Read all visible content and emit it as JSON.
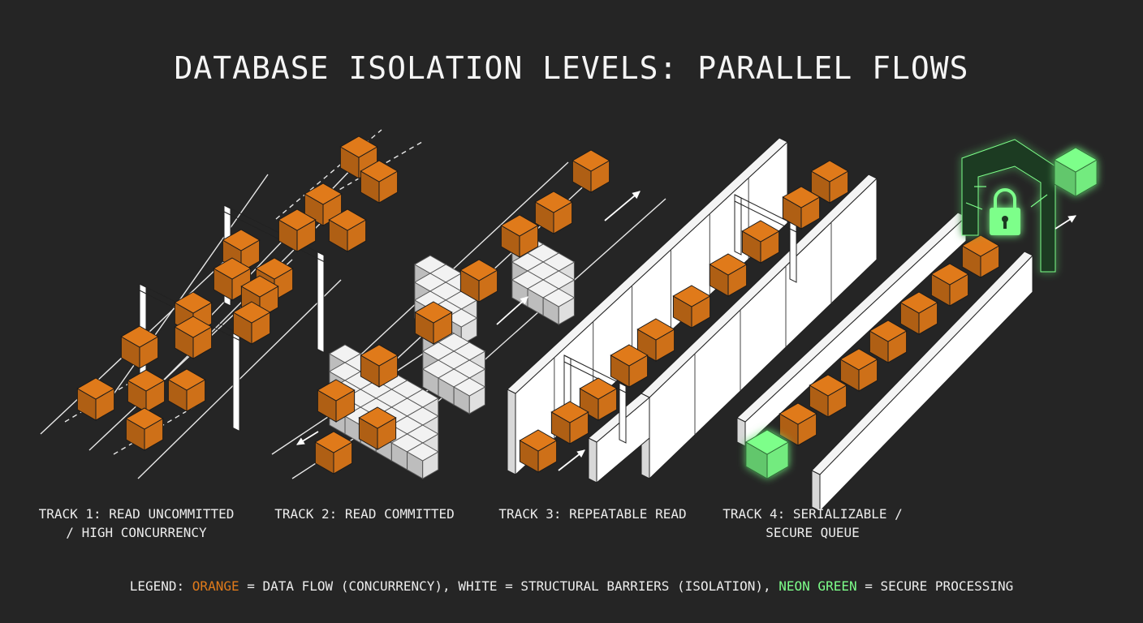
{
  "title": "DATABASE ISOLATION LEVELS: PARALLEL FLOWS",
  "colors": {
    "background": "#252525",
    "orange": "#e07a1a",
    "white": "#ffffff",
    "neon_green": "#7dff8a"
  },
  "tracks": [
    {
      "line1": "TRACK 1: READ UNCOMMITTED",
      "line2": "/ HIGH CONCURRENCY"
    },
    {
      "line1": "TRACK 2: READ COMMITTED",
      "line2": ""
    },
    {
      "line1": "TRACK 3: REPEATABLE READ",
      "line2": ""
    },
    {
      "line1": "TRACK 4: SERIALIZABLE /",
      "line2": "SECURE QUEUE"
    }
  ],
  "legend": {
    "prefix": "LEGEND: ",
    "orange_word": "ORANGE",
    "orange_desc": " = DATA FLOW (CONCURRENCY), ",
    "white_word": "WHITE",
    "white_desc": " = STRUCTURAL BARRIERS (ISOLATION), ",
    "green_word": "NEON GREEN",
    "green_desc": " = SECURE PROCESSING"
  },
  "icons": [
    "padlock-icon",
    "arrow-icon"
  ]
}
